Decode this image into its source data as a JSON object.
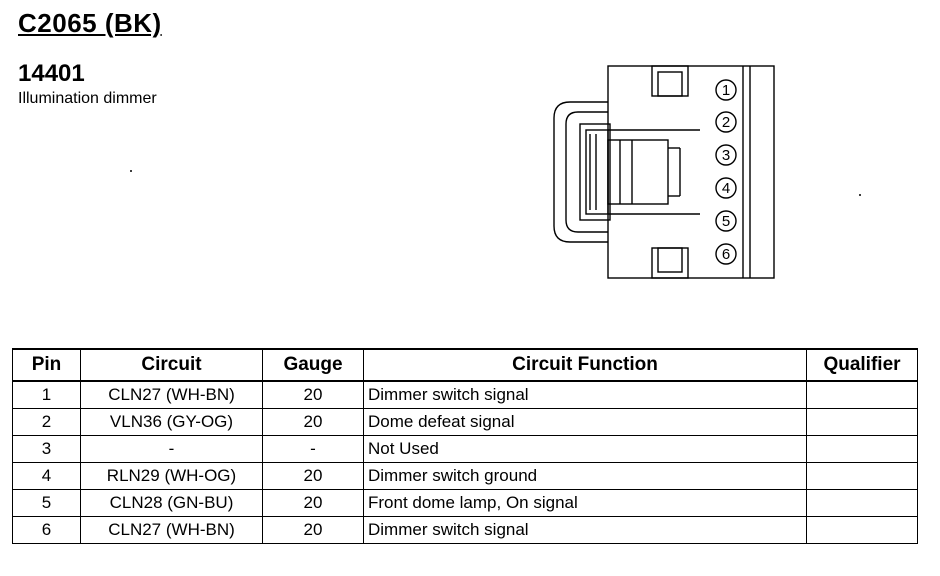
{
  "connector": {
    "id": "C2065 (BK)",
    "part_number": "14401",
    "description": "Illumination dimmer",
    "pin_labels": [
      "1",
      "2",
      "3",
      "4",
      "5",
      "6"
    ]
  },
  "table": {
    "headers": [
      "Pin",
      "Circuit",
      "Gauge",
      "Circuit Function",
      "Qualifier"
    ],
    "rows": [
      {
        "pin": "1",
        "circuit": "CLN27 (WH-BN)",
        "gauge": "20",
        "function": "Dimmer switch signal",
        "qualifier": ""
      },
      {
        "pin": "2",
        "circuit": "VLN36 (GY-OG)",
        "gauge": "20",
        "function": "Dome defeat signal",
        "qualifier": ""
      },
      {
        "pin": "3",
        "circuit": "-",
        "gauge": "-",
        "function": "Not Used",
        "qualifier": ""
      },
      {
        "pin": "4",
        "circuit": "RLN29 (WH-OG)",
        "gauge": "20",
        "function": "Dimmer switch ground",
        "qualifier": ""
      },
      {
        "pin": "5",
        "circuit": "CLN28 (GN-BU)",
        "gauge": "20",
        "function": "Front dome lamp, On signal",
        "qualifier": ""
      },
      {
        "pin": "6",
        "circuit": "CLN27 (WH-BN)",
        "gauge": "20",
        "function": "Dimmer switch signal",
        "qualifier": ""
      }
    ]
  }
}
